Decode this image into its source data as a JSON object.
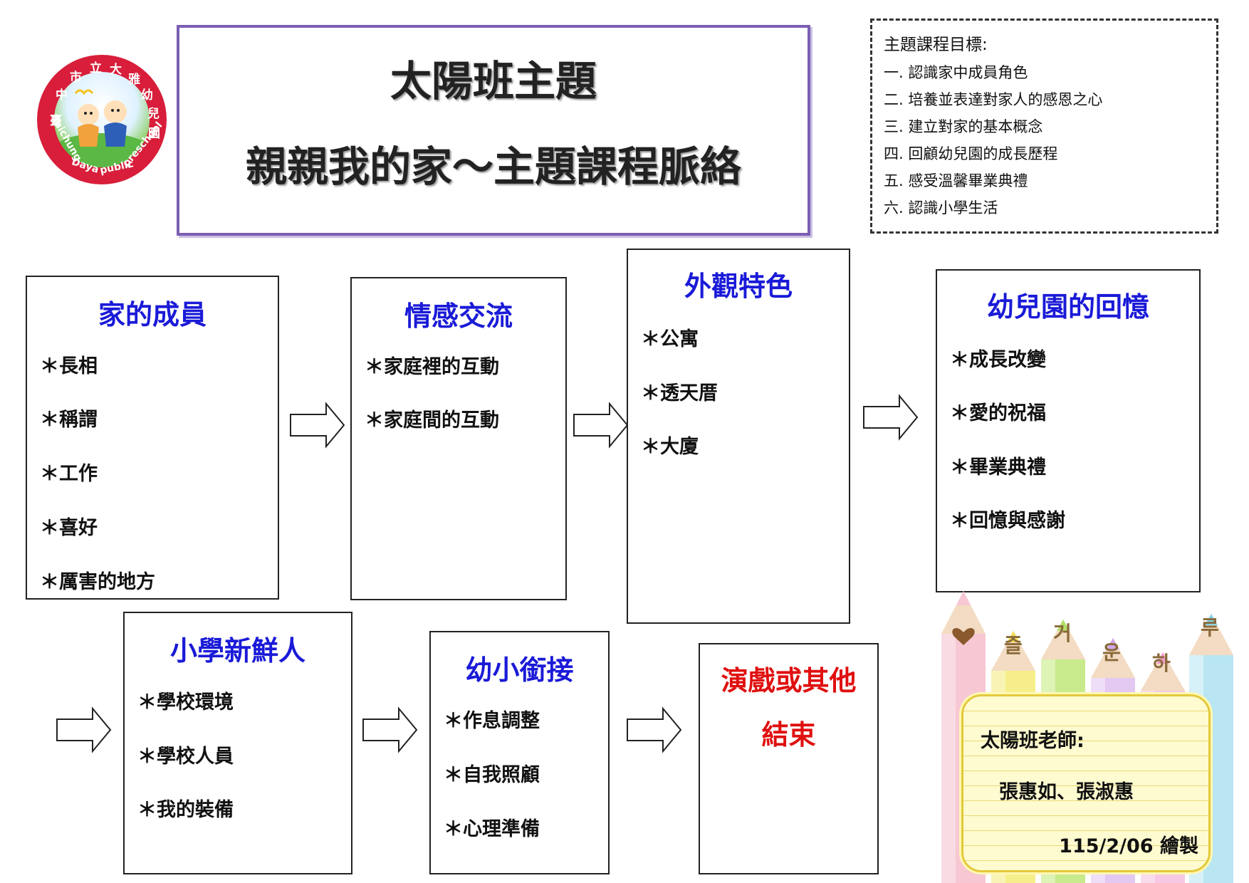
{
  "logo": {
    "chars": [
      "臺",
      "中",
      "市",
      "立",
      "大",
      "雅",
      "幼",
      "兒",
      "園"
    ],
    "english": [
      "Taichung",
      "Daya",
      "public",
      "preschool"
    ]
  },
  "title": {
    "line1": "太陽班主題",
    "line2": "親親我的家～主題課程脈絡"
  },
  "goals": {
    "title": "主題課程目標:",
    "items": [
      "一. 認識家中成員角色",
      "二. 培養並表達對家人的感恩之心",
      "三. 建立對家的基本概念",
      "四. 回顧幼兒園的成長歷程",
      "五. 感受溫馨畢業典禮",
      "六. 認識小學生活"
    ]
  },
  "boxes": [
    {
      "title": "家的成員",
      "items": [
        "＊長相",
        "＊稱謂",
        "＊工作",
        "＊喜好",
        "＊厲害的地方"
      ]
    },
    {
      "title": "情感交流",
      "items": [
        "＊家庭裡的互動",
        "＊家庭間的互動"
      ]
    },
    {
      "title": "外觀特色",
      "items": [
        "＊公寓",
        "＊透天厝",
        "＊大廈"
      ]
    },
    {
      "title": "幼兒園的回憶",
      "items": [
        "＊成長改變",
        "＊愛的祝福",
        "＊畢業典禮",
        "＊回憶與感謝"
      ]
    },
    {
      "title": "小學新鮮人",
      "items": [
        "＊學校環境",
        "＊學校人員",
        "＊我的裝備"
      ]
    },
    {
      "title": "幼小銜接",
      "items": [
        "＊作息調整",
        "＊自我照顧",
        "＊心理準備"
      ]
    },
    {
      "title": "演戲或其他",
      "items": [
        "結束"
      ]
    }
  ],
  "pencil_letters": [
    "즐",
    "거",
    "운",
    "하",
    "루"
  ],
  "teacher": {
    "label": "太陽班老師:",
    "names": "張惠如、張淑惠",
    "date": "115/2/06 繪製"
  },
  "colors": {
    "title_border": "#7b5fb2",
    "box_title_blue": "#1a1ad8",
    "box_title_red": "#e01010",
    "logo_red": "#d81e3a"
  }
}
